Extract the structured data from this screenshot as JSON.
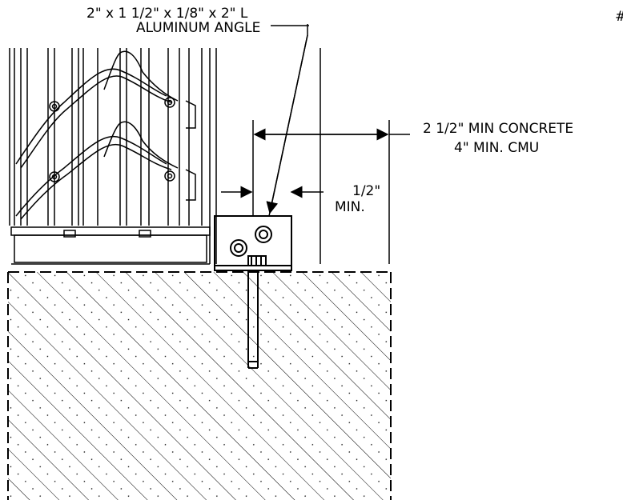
{
  "labels": {
    "angle_line1": "2\" x 1 1/2\" x 1/8\" x 2\" L",
    "angle_line2": "ALUMINUM ANGLE",
    "edge_line1": "2 1/2\" MIN CONCRETE",
    "edge_line2": "4\" MIN. CMU",
    "gap_line1": "1/2\"",
    "gap_line2": "MIN.",
    "corner_mark": "#"
  },
  "colors": {
    "line": "#000000",
    "background": "#ffffff"
  }
}
